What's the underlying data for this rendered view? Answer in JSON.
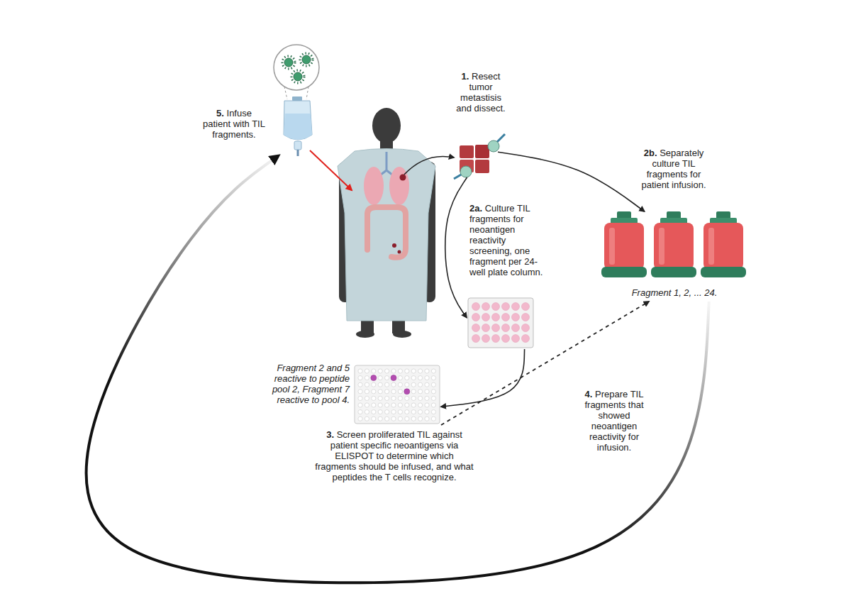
{
  "diagram": {
    "nodes": [
      {
        "text": [
          "1. Resect tumor metastisis and dissect."
        ]
      },
      {
        "text": [
          "2a. Culture TIL fragments for neoantigen reactivity screening, one fragment per 24-well plate column."
        ]
      },
      {
        "text": [
          "2b. Separately culture TIL fragments for patient infusion.",
          "Fragment 1, 2, ... 24."
        ]
      },
      {
        "text": [
          "Fragment 2 and 5 reactive to peptide pool 2, Fragment 7 reactive to pool 4.",
          "3. Screen proliferated TIL against patient specific neoantigens via ELISPOT to determine which fragments should be infused, and what peptides the T cells recognize."
        ]
      },
      {
        "text": [
          "5. Infuse patient with TIL fragments."
        ]
      }
    ],
    "edges": [
      {
        "from": 0,
        "to": 1,
        "arrow": "to"
      },
      {
        "from": 0,
        "to": 2,
        "arrow": "to"
      },
      {
        "from": 1,
        "to": 3,
        "arrow": "to"
      },
      {
        "from": 3,
        "to": 2,
        "arrow": "to",
        "label": "4. Prepare TIL fragments that showed neoantigen reactivity for infusion."
      },
      {
        "from": 2,
        "to": 4,
        "arrow": "to"
      }
    ]
  }
}
